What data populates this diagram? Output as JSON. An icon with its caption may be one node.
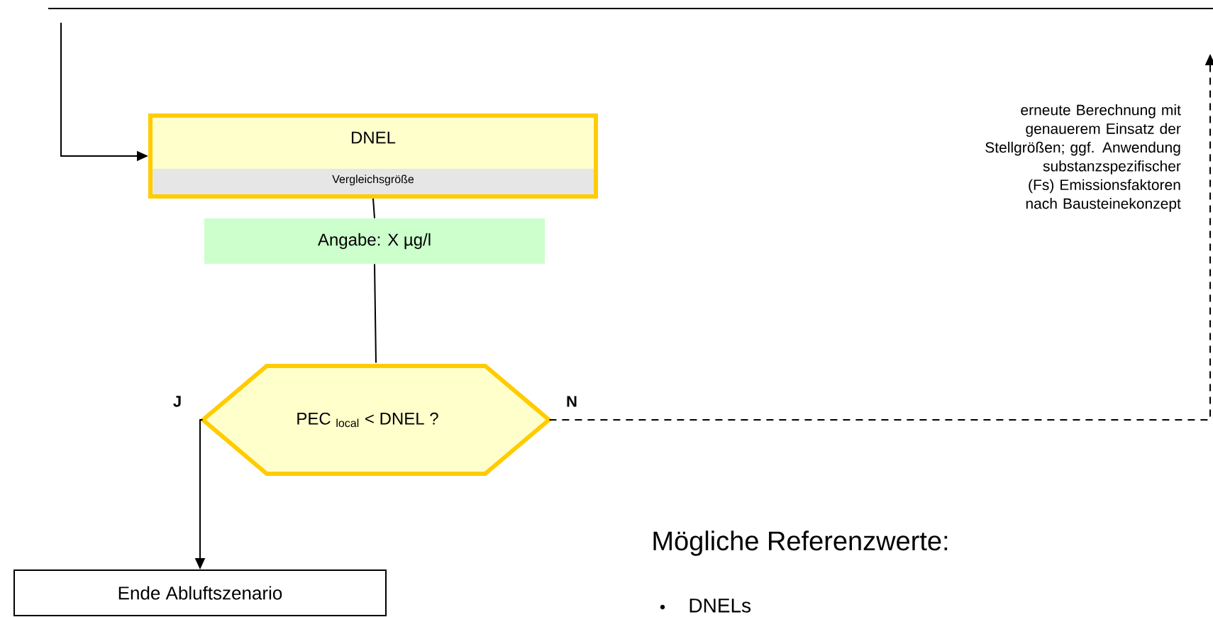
{
  "diagram": {
    "nodes": [
      {
        "text": [
          "DNEL",
          "Vergleichsgröße"
        ]
      },
      {
        "text": [
          "Angabe: X µg/l"
        ]
      },
      {
        "text": [
          "PEC $_{local}$ < DNEL ?"
        ]
      },
      {
        "text": [
          "Ende Abluftszenario"
        ]
      }
    ],
    "edges": [
      {
        "from": null,
        "to": 0,
        "arrow": "to"
      },
      {
        "from": 0,
        "to": 1,
        "arrow": "none"
      },
      {
        "from": 1,
        "to": 2,
        "arrow": "none"
      },
      {
        "from": 2,
        "to": 3,
        "arrow": "to",
        "label": "J"
      },
      {
        "from": 2,
        "to": null,
        "arrow": "to",
        "label": "N",
        "style": "dashed"
      }
    ],
    "labels": [
      "erneute Berechnung mit genauerem Einsatz der Stellgrößen; ggf. Anwendung substanzspezifischer (Fs) Emissionsfaktoren nach Bausteinekonzept",
      "Mögliche Referenzwerte:",
      "DNELs"
    ]
  }
}
